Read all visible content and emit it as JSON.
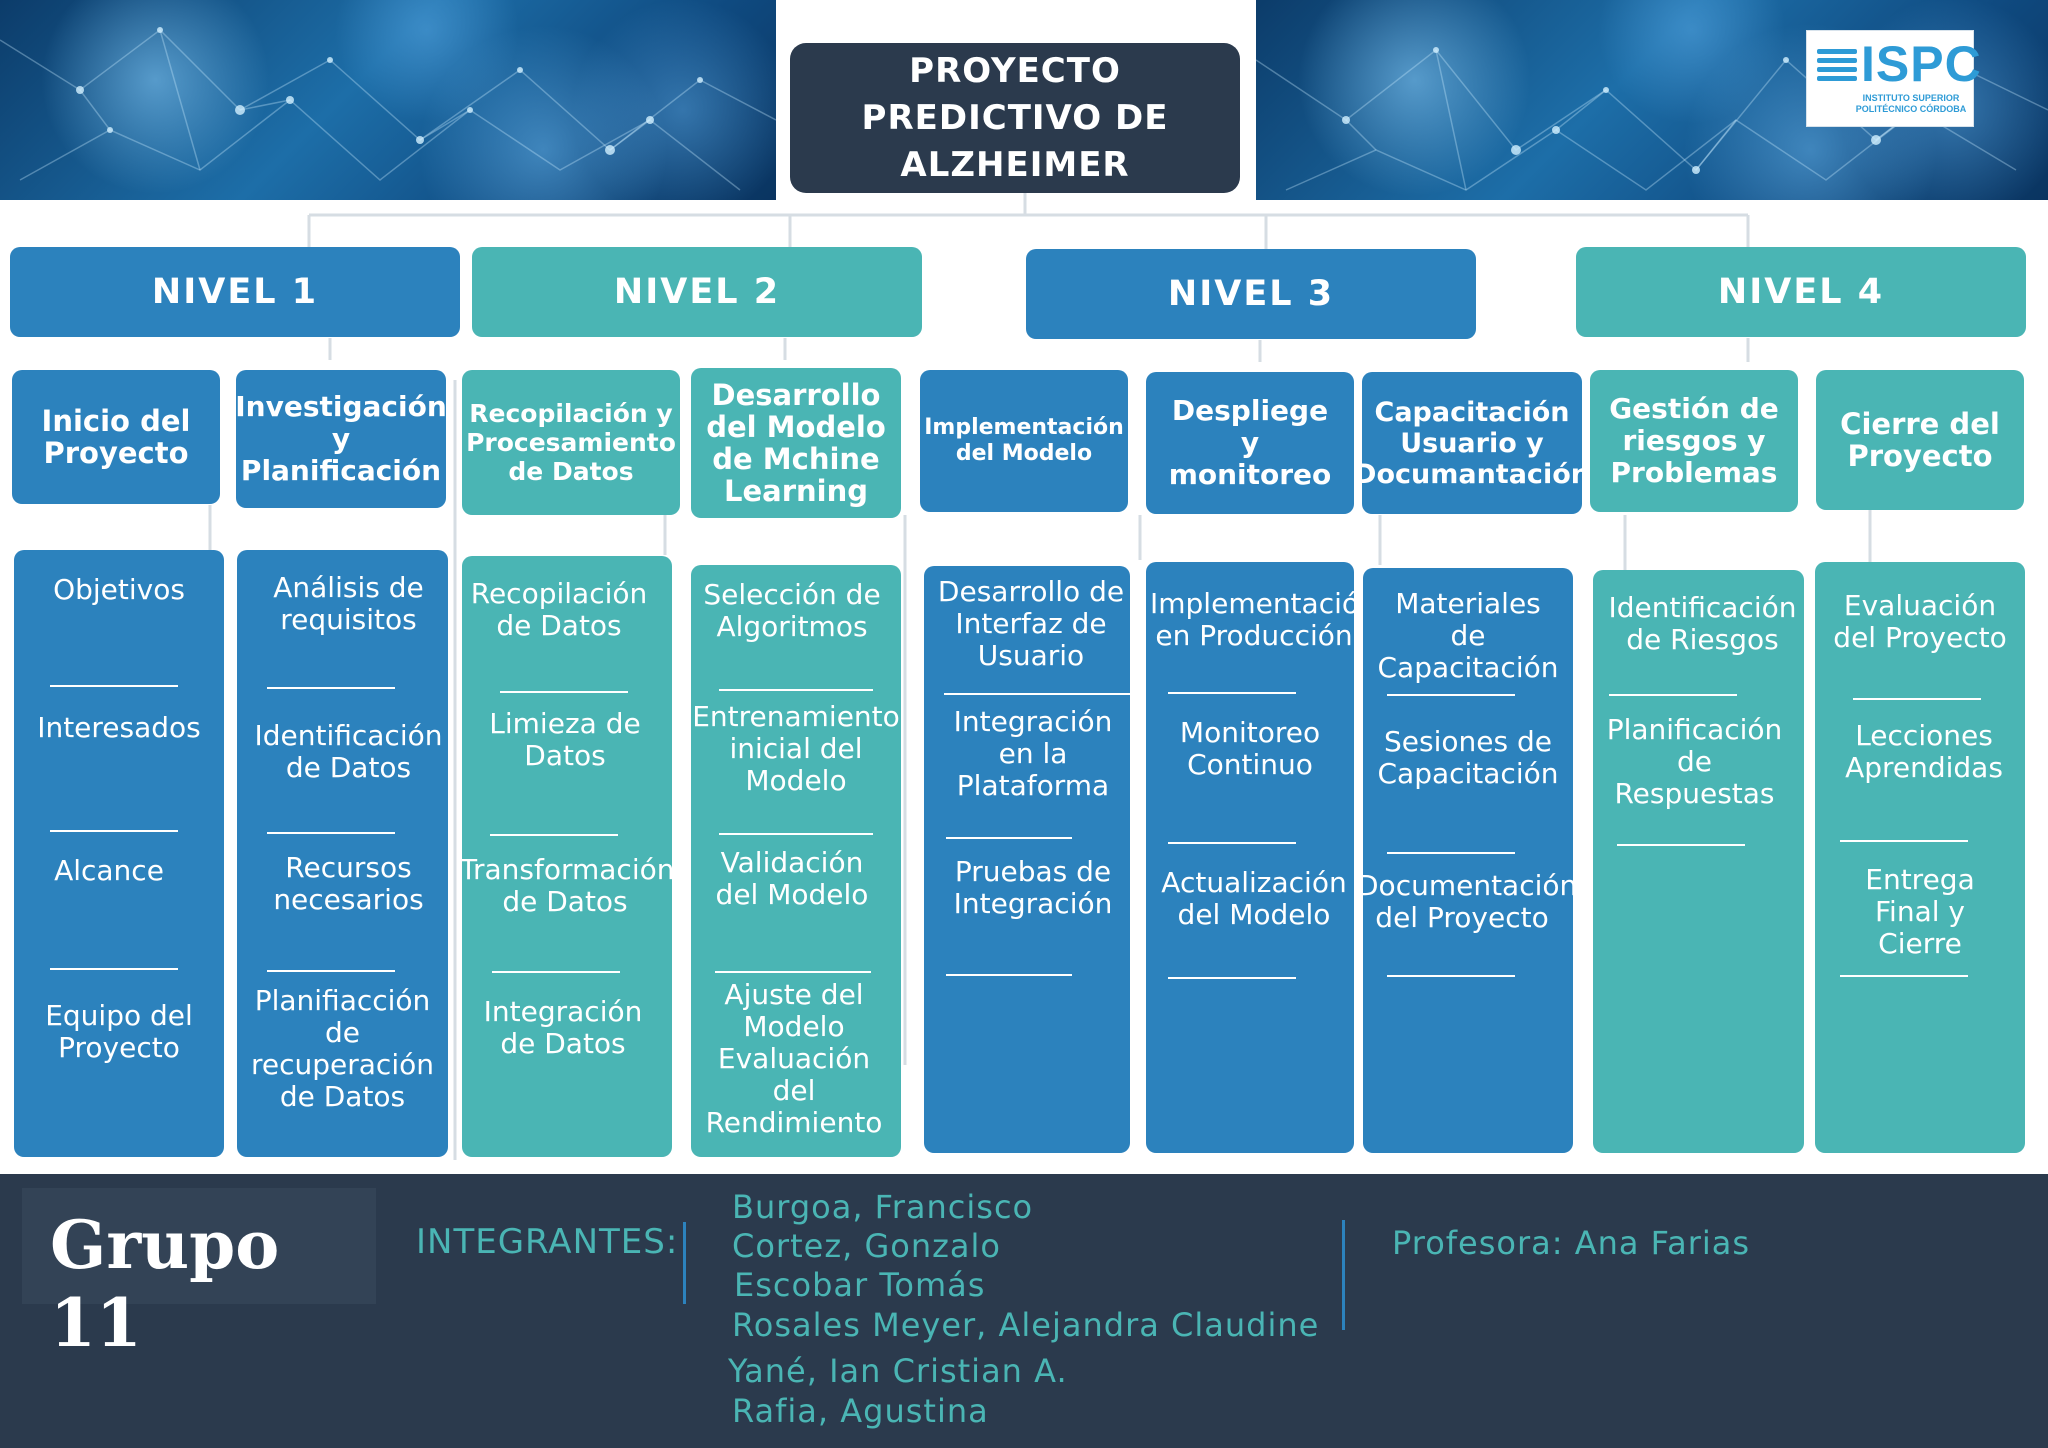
{
  "title": "PROYECTO\nPREDICTIVO DE\nALZHEIMER",
  "logo": {
    "text": "ISPC",
    "subtitle": "INSTITUTO SUPERIOR\nPOLITÉCNICO CÓRDOBA"
  },
  "levels": [
    {
      "label": "NIVEL 1",
      "color": "#2c82bd"
    },
    {
      "label": "NIVEL 2",
      "color": "#4ab5b4"
    },
    {
      "label": "NIVEL 3",
      "color": "#2c82bd"
    },
    {
      "label": "NIVEL 4",
      "color": "#4ab5b4"
    }
  ],
  "categories": [
    {
      "title": "Inicio del\nProyecto",
      "items": [
        "Objetivos",
        "Interesados",
        "Alcance",
        "Equipo del\nProyecto"
      ]
    },
    {
      "title": "Investigación\ny\nPlanificación",
      "items": [
        "Análisis de\nrequisitos",
        "Identificación\nde Datos",
        "Recursos\nnecesarios",
        "Planifiacción\nde\nrecuperación\nde Datos"
      ]
    },
    {
      "title": "Recopilación y\nProcesamiento\nde Datos",
      "items": [
        "Recopilación\nde Datos",
        "Limieza de\nDatos",
        "Transformación\nde Datos",
        "Integración\nde Datos"
      ]
    },
    {
      "title": "Desarrollo\ndel Modelo\nde Mchine\nLearning",
      "items": [
        "Selección de\nAlgoritmos",
        "Entrenamiento\ninicial del\nModelo",
        "Validación\ndel Modelo",
        "Ajuste del\nModelo\nEvaluación\ndel\nRendimiento"
      ]
    },
    {
      "title": "Implementación\ndel Modelo",
      "items": [
        "Desarrollo de\nInterfaz de\nUsuario",
        "Integración\nen la\nPlataforma",
        "Pruebas de\nIntegración"
      ]
    },
    {
      "title": "Despliege\ny\nmonitoreo",
      "items": [
        "Implementación\nen Producción",
        "Monitoreo\nContinuo",
        "Actualización\ndel Modelo"
      ]
    },
    {
      "title": "Capacitación\nUsuario y\nDocumantación",
      "items": [
        "Materiales\nde\nCapacitación",
        "Sesiones de\nCapacitación",
        "Documentación\ndel Proyecto"
      ]
    },
    {
      "title": "Gestión de\nriesgos y\nProblemas",
      "items": [
        "Identificación\nde Riesgos",
        "Planificación\nde\nRespuestas"
      ]
    },
    {
      "title": "Cierre del\nProyecto",
      "items": [
        "Evaluación\ndel Proyecto",
        "Lecciones\nAprendidas",
        "Entrega\nFinal y\nCierre"
      ]
    }
  ],
  "footer": {
    "group": "Grupo 11",
    "members_label": "INTEGRANTES:",
    "members": [
      "Burgoa, Francisco",
      "Cortez, Gonzalo",
      "Escobar Tomás",
      "Rosales Meyer, Alejandra Claudine",
      "Yané, Ian Cristian A.",
      "Rafia, Agustina"
    ],
    "professor": "Profesora: Ana Farias"
  }
}
